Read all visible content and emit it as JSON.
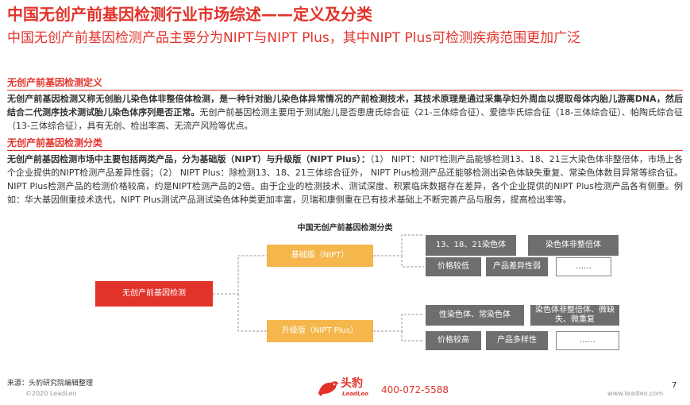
{
  "header": {
    "title": "中国无创产前基因检测行业市场综述——定义及分类",
    "subtitle": "中国无创产前基因检测产品主要分为NIPT与NIPT Plus，其中NIPT Plus可检测疾病范围更加广泛"
  },
  "definition": {
    "heading": "无创产前基因检测定义",
    "bold_text": "无创产前基因检测又称无创胎儿染色体非整倍体检测，是一种针对胎儿染色体异常情况的产前检测技术，其技术原理是通过采集孕妇外周血以提取母体内胎儿游离DNA，然后结合二代测序技术测试胎儿染色体序列是否正常。",
    "normal_text": "无创产前基因检测主要用于测试胎儿是否患唐氏综合征（21-三体综合征）、爱德华氏综合征（18-三体综合征）、帕陶氏综合征（13-三体综合征），具有无创、检出率高、无流产风险等优点。"
  },
  "classification": {
    "heading": "无创产前基因检测分类",
    "bold_text": "无创产前基因检测市场中主要包括两类产品，分为基础版（NIPT）与升级版（NIPT Plus）：",
    "normal_text": "（1） NIPT：NIPT检测产品能够检测13、18、21三大染色体非整倍体，市场上各个企业提供的NIPT检测产品差异性弱；（2） NIPT Plus：除检测13、18、21三体综合征外， NIPT Plus检测产品还能够检测出染色体缺失重复、常染色体数目异常等综合征。NIPT Plus检测产品的检测价格较高，约是NIPT检测产品的2倍。由于企业的检测技术、测试深度、积累临床数据存在差异，各个企业提供的NIPT Plus检测产品各有侧重。例如：华大基因侧重技术迭代，NIPT Plus测试产品测试染色体种类更加丰富，贝瑞和康侧重在已有技术基础上不断完善产品与服务，提高检出率等。"
  },
  "diagram": {
    "title": "中国无创产前基因检测分类",
    "root": "无创产前基因检测",
    "basic": {
      "label": "基础版（NIPT）",
      "items": [
        "13、18、21染色体",
        "染色体非整倍体",
        "价格较低",
        "产品差异性弱",
        "……"
      ]
    },
    "plus": {
      "label": "升级版（NIPT Plus）",
      "items": [
        "性染色体、常染色体",
        "染色体非整倍体、微缺失、微重复",
        "价格较高",
        "产品多样性",
        "……"
      ]
    }
  },
  "footer": {
    "source": "来源：头豹研究院编辑整理",
    "copyright": "©2020 LeadLeo",
    "brand_cn": "头豹",
    "brand_en": "LeadLeo",
    "phone": "400-072-5588",
    "website": "www.leadleo.com",
    "page": "7"
  },
  "colors": {
    "accent": "#e2332a",
    "mid": "#f5b64b",
    "leaf": "#6e6e6e"
  }
}
